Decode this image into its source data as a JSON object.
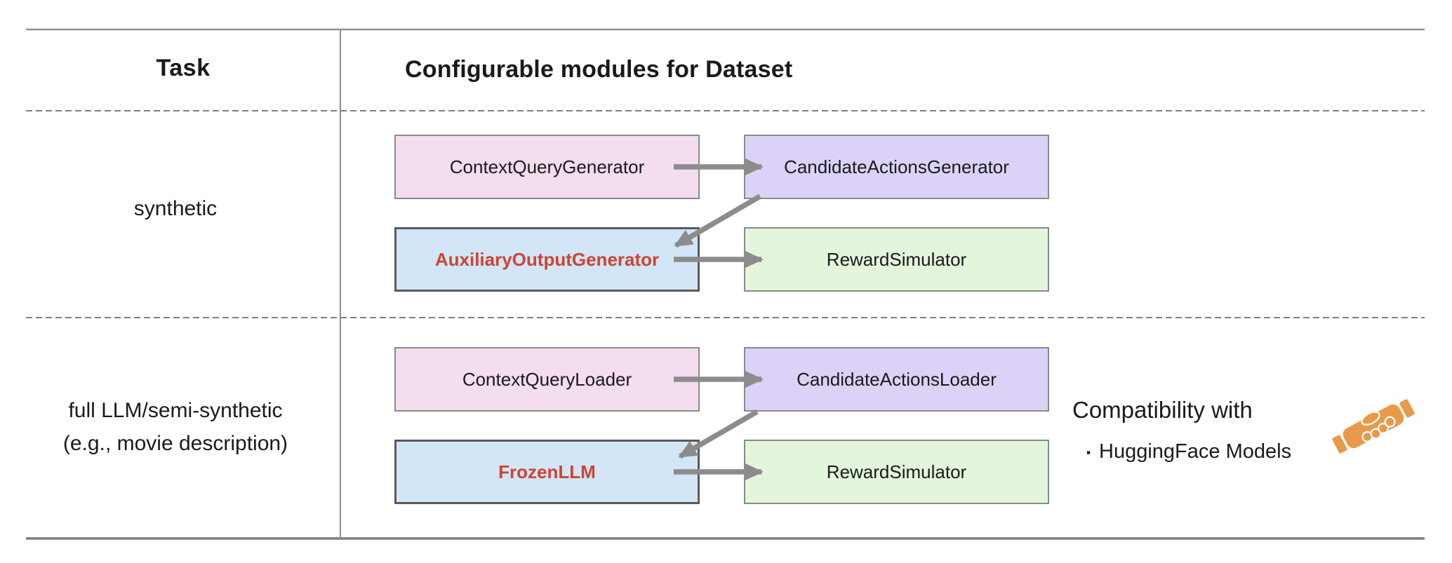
{
  "diagram": {
    "header": {
      "task_column": "Task",
      "modules_column": "Configurable modules for Dataset"
    },
    "sections": [
      {
        "task_lines": [
          "synthetic"
        ],
        "modules": {
          "context_query": "ContextQueryGenerator",
          "candidate_actions": "CandidateActionsGenerator",
          "auxiliary_output": "AuxiliaryOutputGenerator",
          "reward_simulator": "RewardSimulator"
        }
      },
      {
        "task_lines": [
          "full LLM/semi-synthetic",
          "(e.g., movie description)"
        ],
        "modules": {
          "context_query": "ContextQueryLoader",
          "candidate_actions": "CandidateActionsLoader",
          "auxiliary_output": "FrozenLLM",
          "reward_simulator": "RewardSimulator"
        }
      }
    ],
    "compatibility": {
      "title": "Compatibility with",
      "bullet": "▪",
      "item": "HuggingFace Models"
    },
    "colors": {
      "pink_box": "#f3ddee",
      "purple_box": "#dcd2f7",
      "blue_box": "#d2e6f7",
      "green_box": "#e3f5db",
      "box_border": "#8a8a8a",
      "blue_box_border": "#5a5a5a",
      "highlight_text": "#cd4433",
      "arrow": "#8c8c8c",
      "table_line": "#8f8f8f",
      "handshake_orange": "#e89a4a"
    }
  }
}
